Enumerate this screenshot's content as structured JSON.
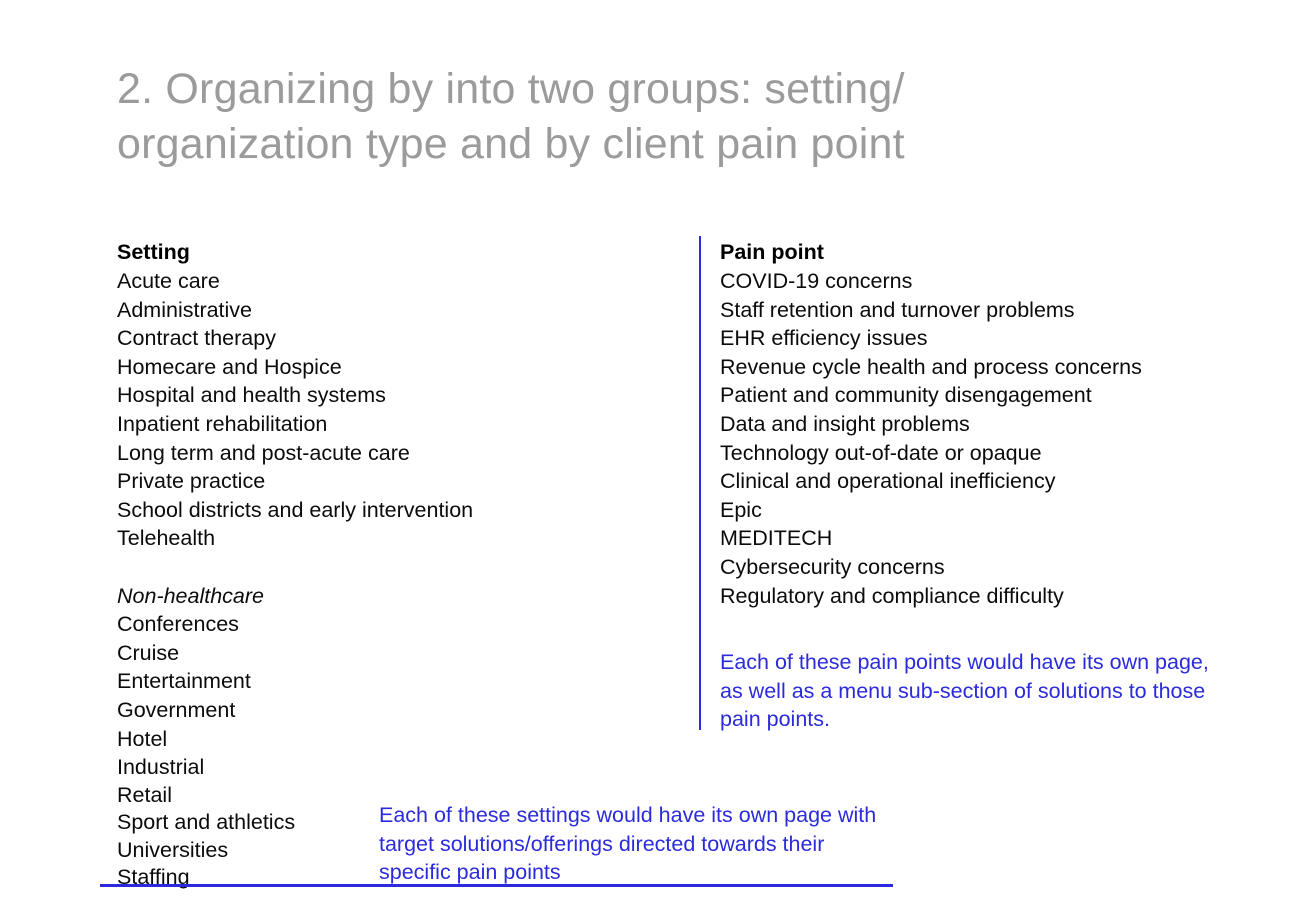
{
  "slide": {
    "title": "2. Organizing by into two groups: setting/ organization type and by client pain point",
    "accent_color": "#2b2bdd",
    "title_color": "#9b9b9b",
    "body_color": "#0b0b0b"
  },
  "left_column": {
    "header": "Setting",
    "items": [
      "Acute care",
      "Administrative",
      "Contract therapy",
      "Homecare and Hospice",
      "Hospital and health systems",
      "Inpatient rehabilitation",
      "Long term and post-acute care",
      "Private practice",
      "School districts and early intervention",
      "Telehealth"
    ],
    "subsection_header": "Non-healthcare",
    "subsection_items": [
      "Conferences",
      "Cruise",
      "Entertainment",
      "Government",
      "Hotel",
      "Industrial",
      "Retail",
      "Sport and athletics",
      "Universities",
      "Staffing"
    ]
  },
  "right_column": {
    "header": "Pain point",
    "items": [
      "COVID-19 concerns",
      "Staff retention and turnover problems",
      "EHR efficiency issues",
      "Revenue cycle health and process concerns",
      "Patient and community disengagement",
      "Data and insight problems",
      "Technology out-of-date or opaque",
      "Clinical and operational inefficiency",
      "Epic",
      "MEDITECH",
      "Cybersecurity concerns",
      "Regulatory and compliance difficulty"
    ]
  },
  "notes": {
    "pain_point_note": "Each of these pain points would have its own page, as well as a menu sub-section of solutions to those pain points.",
    "setting_note": "Each of these settings would have its own page with target solutions/offerings directed towards their specific pain points"
  }
}
